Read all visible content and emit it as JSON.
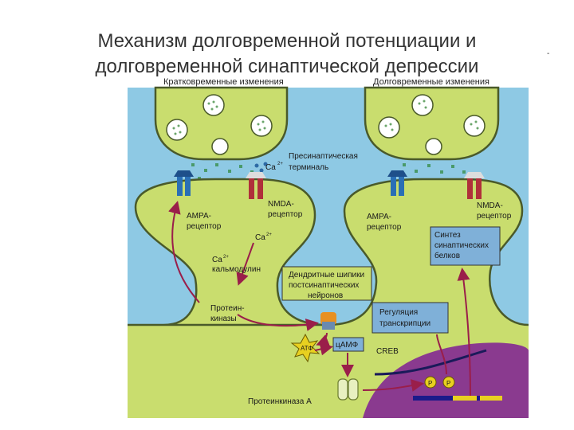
{
  "title": {
    "line1": "Механизм долговременной потенциации и",
    "line2": "долговременной синаптической депрессии"
  },
  "sections": {
    "short": "Кратковременные изменения",
    "long": "Долговременные изменения"
  },
  "labels": {
    "presyn_1": "Пресинаптическая",
    "presyn_2": "терминаль",
    "ca": "Ca",
    "ca_sup": "2+",
    "ampa_1": "АМРА-",
    "ampa_2": "рецептор",
    "nmda_1": "NMDA-",
    "nmda_2": "рецептор",
    "calmod": "кальмодулин",
    "spine_1": "Дендритные шипики",
    "spine_2": "постсинаптических",
    "spine_3": "нейронов",
    "pk_1": "Протеин-",
    "pk_2": "киназы",
    "atf": "АТФ",
    "camp": "цАМФ",
    "creb": "CREB",
    "pka": "Протеинкиназа А",
    "synth_1": "Синтез",
    "synth_2": "синаптических",
    "synth_3": "белков",
    "reg_1": "Регуляция",
    "reg_2": "транскрипции",
    "p": "P"
  },
  "colors": {
    "fluid": "#8ec9e4",
    "cell": "#c9dd6e",
    "cell_outline": "#4a5a2a",
    "arrow": "#9a1e4a",
    "box": "#7fb0d8",
    "nucleus": "#8a3a8f",
    "dna": "#1a1a8a"
  }
}
